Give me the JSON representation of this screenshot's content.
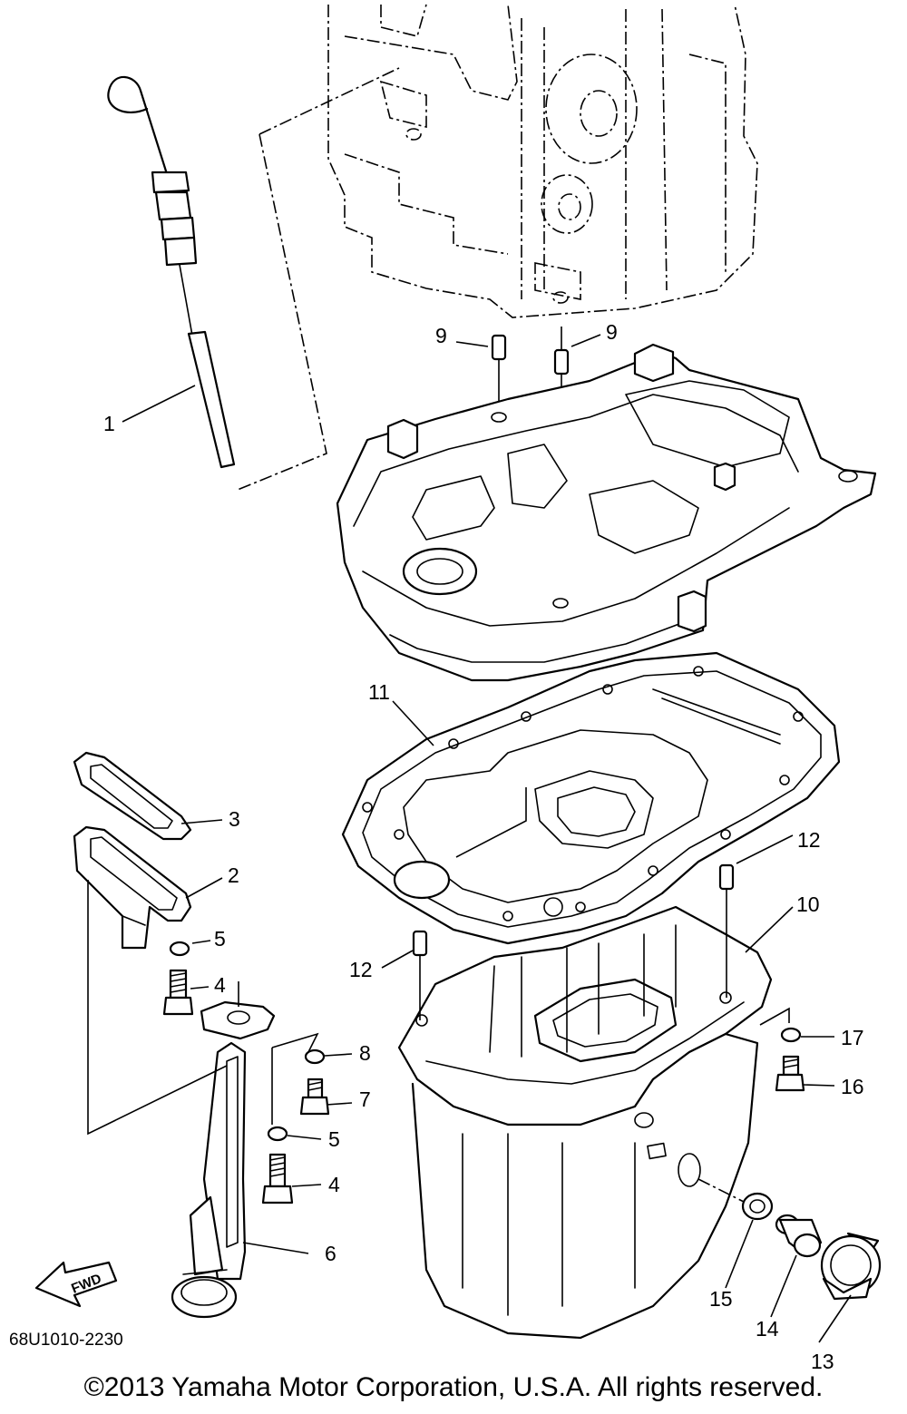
{
  "diagram": {
    "drawing_code": "68U1010-2230",
    "fwd_label": "FWD",
    "copyright": "©2013 Yamaha Motor Corporation, U.S.A. All rights reserved.",
    "callouts": [
      {
        "id": "c1",
        "label": "1"
      },
      {
        "id": "c2",
        "label": "2"
      },
      {
        "id": "c3",
        "label": "3"
      },
      {
        "id": "c4a",
        "label": "4"
      },
      {
        "id": "c4b",
        "label": "4"
      },
      {
        "id": "c5a",
        "label": "5"
      },
      {
        "id": "c5b",
        "label": "5"
      },
      {
        "id": "c6",
        "label": "6"
      },
      {
        "id": "c7",
        "label": "7"
      },
      {
        "id": "c8",
        "label": "8"
      },
      {
        "id": "c9a",
        "label": "9"
      },
      {
        "id": "c9b",
        "label": "9"
      },
      {
        "id": "c10",
        "label": "10"
      },
      {
        "id": "c11",
        "label": "11"
      },
      {
        "id": "c12a",
        "label": "12"
      },
      {
        "id": "c12b",
        "label": "12"
      },
      {
        "id": "c13",
        "label": "13"
      },
      {
        "id": "c14",
        "label": "14"
      },
      {
        "id": "c15",
        "label": "15"
      },
      {
        "id": "c16",
        "label": "16"
      },
      {
        "id": "c17",
        "label": "17"
      }
    ]
  }
}
